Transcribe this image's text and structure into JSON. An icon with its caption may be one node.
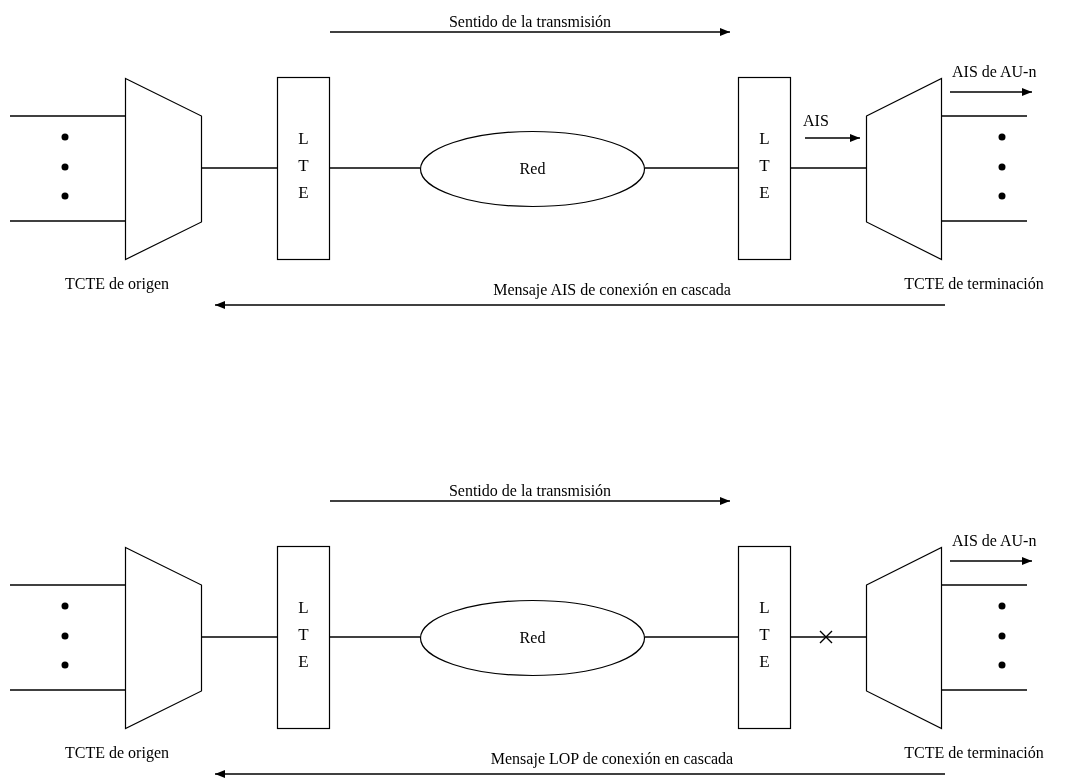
{
  "diagram": {
    "nodes": [
      {
        "text": [],
        "shape": "trapezoid",
        "beside": [
          "TCTE de origen"
        ]
      },
      {
        "text": [
          "L T E"
        ]
      },
      {
        "text": [
          "Red"
        ]
      },
      {
        "text": [
          "L T E"
        ]
      },
      {
        "text": [],
        "shape": "trapezoid",
        "beside": [
          "TCTE de terminación"
        ]
      },
      {
        "text": [],
        "shape": "trapezoid",
        "beside": [
          "TCTE de origen"
        ]
      },
      {
        "text": [
          "L T E"
        ]
      },
      {
        "text": [
          "Red"
        ]
      },
      {
        "text": [
          "L T E"
        ]
      },
      {
        "text": [],
        "shape": "trapezoid",
        "beside": [
          "TCTE de terminación"
        ]
      }
    ],
    "edges": [
      {
        "from": null,
        "to": 0,
        "arrow": "none"
      },
      {
        "from": null,
        "to": 0,
        "arrow": "none"
      },
      {
        "from": 0,
        "to": 1,
        "arrow": "none"
      },
      {
        "from": 1,
        "to": 2,
        "arrow": "none"
      },
      {
        "from": 2,
        "to": 3,
        "arrow": "none"
      },
      {
        "from": 3,
        "to": 4,
        "arrow": "none"
      },
      {
        "from": 4,
        "to": null,
        "arrow": "none"
      },
      {
        "from": 4,
        "to": null,
        "arrow": "none"
      },
      {
        "from": null,
        "to": 5,
        "arrow": "none"
      },
      {
        "from": null,
        "to": 5,
        "arrow": "none"
      },
      {
        "from": 5,
        "to": 6,
        "arrow": "none"
      },
      {
        "from": 6,
        "to": 7,
        "arrow": "none"
      },
      {
        "from": 7,
        "to": 8,
        "arrow": "none"
      },
      {
        "from": 8,
        "to": 9,
        "arrow": "none"
      },
      {
        "from": 9,
        "to": null,
        "arrow": "none"
      },
      {
        "from": 9,
        "to": null,
        "arrow": "none"
      }
    ],
    "labels": [
      "Sentido de la transmisión",
      "AIS de AU-n",
      "AIS",
      "Mensaje AIS de conexión en cascada",
      "Sentido de la transmisión",
      "AIS de AU-n",
      "Mensaje LOP de conexión en cascada"
    ]
  }
}
